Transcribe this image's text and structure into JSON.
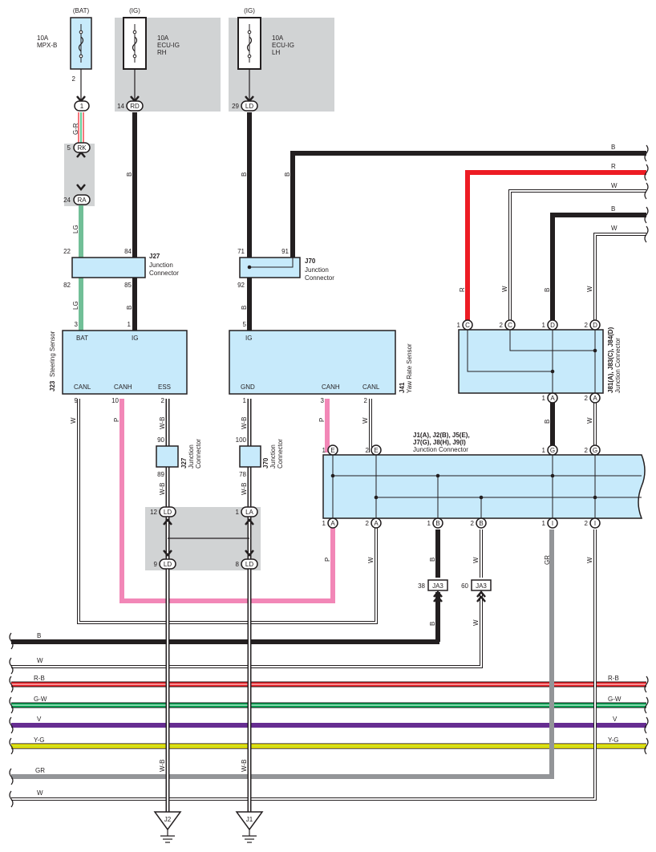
{
  "power": {
    "bat_label": "(BAT)",
    "ig_rh_label": "(IG)",
    "ig_lh_label": "(IG)",
    "fuse_mpx": [
      "10A",
      "MPX-B"
    ],
    "fuse_rh": [
      "10A",
      "ECU-IG",
      "RH"
    ],
    "fuse_lh": [
      "10A",
      "ECU-IG",
      "LH"
    ],
    "fuse_mpx_pin": "2"
  },
  "pins": {
    "p1": "1",
    "rk": "RK",
    "rk_num": "5",
    "ra": "RA",
    "ra_num": "24",
    "rd": "RD",
    "rd_num": "14",
    "ld": "LD",
    "ld_num": "29",
    "ld_a": "LD",
    "ld_a_num": "12",
    "la": "LA",
    "la_num": "1",
    "ld_b": "LD",
    "ld_b_num": "9",
    "ld_c": "LD",
    "ld_c_num": "8",
    "ja3_38_num": "38",
    "ja3_60_num": "60",
    "c": "C",
    "d": "D",
    "a": "A",
    "e": "E",
    "g": "G",
    "i": "I",
    "b": "B",
    "n1": "1",
    "n2": "2"
  },
  "wires": {
    "gr": "G-R",
    "lg": "LG",
    "b": "B",
    "r": "R",
    "w": "W",
    "p": "P",
    "wb": "W-B",
    "rb": "R-B",
    "gw": "G-W",
    "v": "V",
    "yg": "Y-G",
    "gray": "GR"
  },
  "connectors": {
    "j27": {
      "code": "J27",
      "name": [
        "Junction",
        "Connector"
      ],
      "pins": {
        "p22": "22",
        "p84": "84",
        "p82": "82",
        "p85": "85",
        "p90": "90",
        "p89": "89"
      }
    },
    "j70": {
      "code": "J70",
      "name": [
        "Junction",
        "Connector"
      ],
      "pins": {
        "p71": "71",
        "p91": "91",
        "p92": "92",
        "p100": "100",
        "p78": "78"
      }
    },
    "j23": {
      "code": "J23",
      "name": "Steering Sensor",
      "terms": {
        "bat": "BAT",
        "ig": "IG",
        "canl": "CANL",
        "canh": "CANH",
        "ess": "ESS"
      },
      "pins": {
        "p3": "3",
        "p1": "1",
        "p9": "9",
        "p10": "10",
        "p2": "2"
      }
    },
    "j41": {
      "code": "J41",
      "name": "Yaw Rate Sensor",
      "terms": {
        "ig": "IG",
        "gnd": "GND",
        "canh": "CANH",
        "canl": "CANL"
      },
      "pins": {
        "p5": "5",
        "p1": "1",
        "p3": "3",
        "p2": "2"
      }
    },
    "j81": {
      "codes": "J81(A), J83(C), J84(D)",
      "name": "Junction Connector"
    },
    "j1": {
      "codes": [
        "J1(A), J2(B), J5(E),",
        "J7(G), J8(H), J9(I)"
      ],
      "name": "Junction Connector"
    },
    "ja3": {
      "code": "JA3"
    }
  },
  "grounds": {
    "j2": "J2",
    "j1": "J1"
  }
}
